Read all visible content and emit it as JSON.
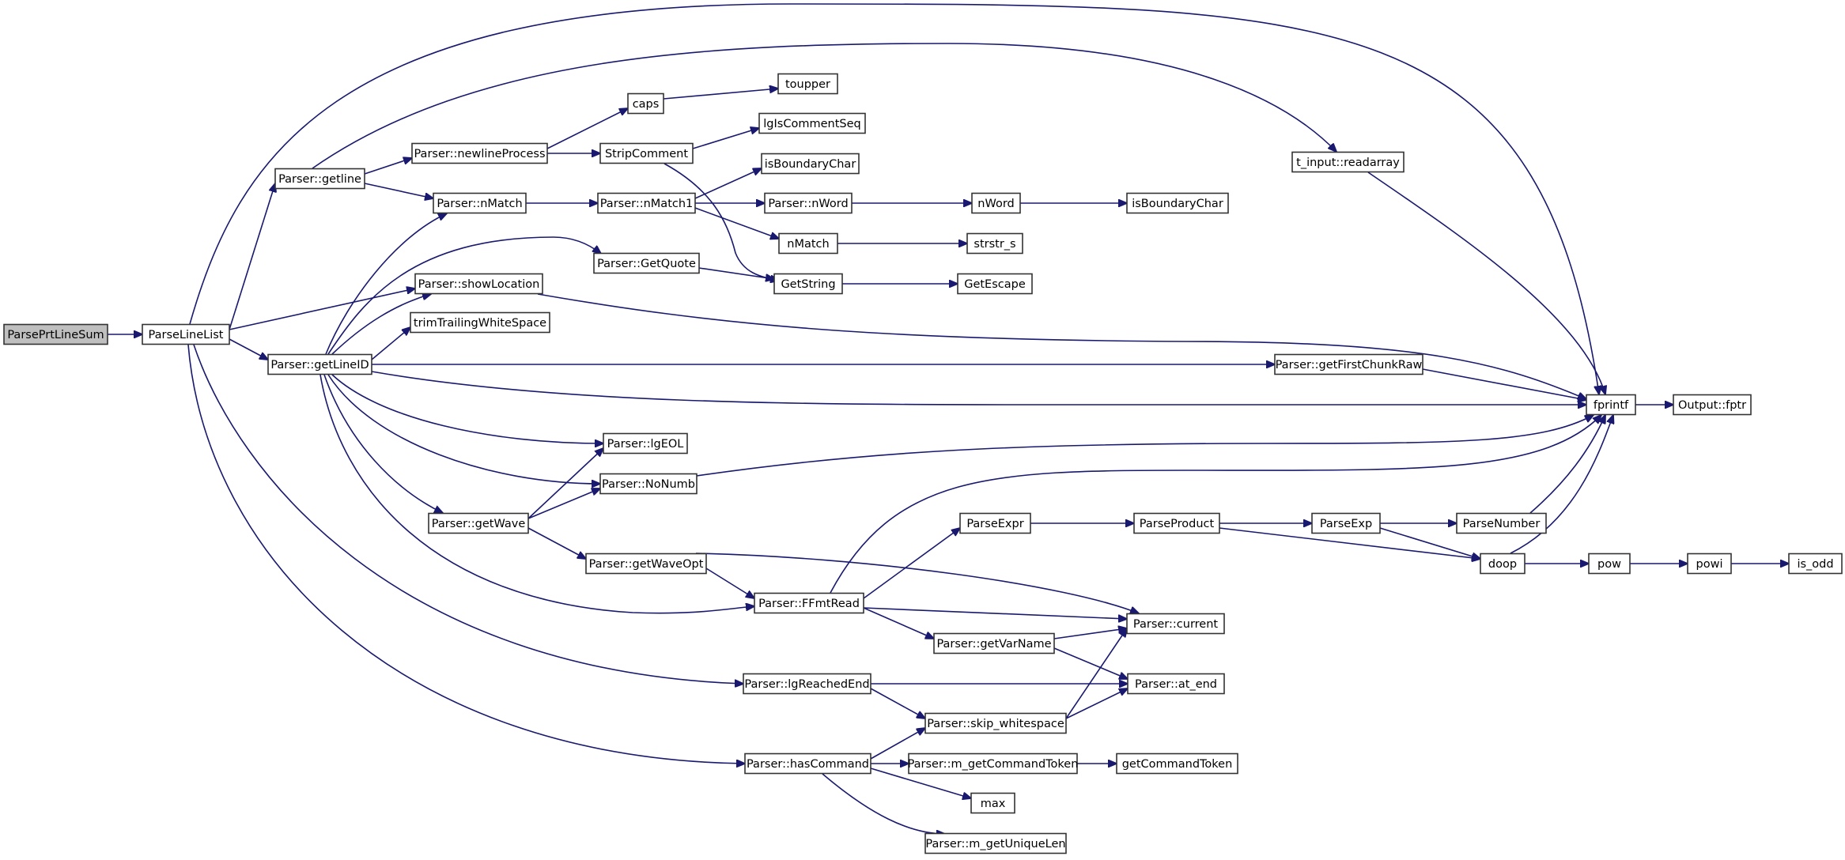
{
  "diagram": {
    "type": "call-graph",
    "root": "ParsePrtLineSum",
    "colors": {
      "edge": "#191970",
      "node_border": "#333333",
      "root_fill": "#bfbfbf",
      "node_fill": "#ffffff"
    },
    "nodes": [
      {
        "id": "ParsePrtLineSum",
        "label": "ParsePrtLineSum",
        "root": true
      },
      {
        "id": "ParseLineList",
        "label": "ParseLineList"
      },
      {
        "id": "getline",
        "label": "Parser::getline"
      },
      {
        "id": "getLineID",
        "label": "Parser::getLineID"
      },
      {
        "id": "newlineProcess",
        "label": "Parser::newlineProcess"
      },
      {
        "id": "nMatchP",
        "label": "Parser::nMatch"
      },
      {
        "id": "showLocation",
        "label": "Parser::showLocation"
      },
      {
        "id": "trimTrailingWhiteSpace",
        "label": "trimTrailingWhiteSpace"
      },
      {
        "id": "caps",
        "label": "caps"
      },
      {
        "id": "StripComment",
        "label": "StripComment"
      },
      {
        "id": "nMatch1",
        "label": "Parser::nMatch1"
      },
      {
        "id": "GetQuote",
        "label": "Parser::GetQuote"
      },
      {
        "id": "toupper",
        "label": "toupper"
      },
      {
        "id": "lgIsCommentSeq",
        "label": "lgIsCommentSeq"
      },
      {
        "id": "isBoundaryChar1",
        "label": "isBoundaryChar"
      },
      {
        "id": "nWordP",
        "label": "Parser::nWord"
      },
      {
        "id": "nMatch",
        "label": "nMatch"
      },
      {
        "id": "GetString",
        "label": "GetString"
      },
      {
        "id": "nWord",
        "label": "nWord"
      },
      {
        "id": "strstr_s",
        "label": "strstr_s"
      },
      {
        "id": "GetEscape",
        "label": "GetEscape"
      },
      {
        "id": "isBoundaryChar2",
        "label": "isBoundaryChar"
      },
      {
        "id": "readarray",
        "label": "t_input::readarray"
      },
      {
        "id": "getFirstChunkRaw",
        "label": "Parser::getFirstChunkRaw"
      },
      {
        "id": "fprintf",
        "label": "fprintf"
      },
      {
        "id": "fptr",
        "label": "Output::fptr"
      },
      {
        "id": "lgEOL",
        "label": "Parser::lgEOL"
      },
      {
        "id": "NoNumb",
        "label": "Parser::NoNumb"
      },
      {
        "id": "getWave",
        "label": "Parser::getWave"
      },
      {
        "id": "getWaveOpt",
        "label": "Parser::getWaveOpt"
      },
      {
        "id": "FFmtRead",
        "label": "Parser::FFmtRead"
      },
      {
        "id": "ParseExpr",
        "label": "ParseExpr"
      },
      {
        "id": "ParseProduct",
        "label": "ParseProduct"
      },
      {
        "id": "ParseExp",
        "label": "ParseExp"
      },
      {
        "id": "ParseNumber",
        "label": "ParseNumber"
      },
      {
        "id": "doop",
        "label": "doop"
      },
      {
        "id": "pow",
        "label": "pow"
      },
      {
        "id": "powi",
        "label": "powi"
      },
      {
        "id": "is_odd",
        "label": "is_odd"
      },
      {
        "id": "current",
        "label": "Parser::current"
      },
      {
        "id": "getVarName",
        "label": "Parser::getVarName"
      },
      {
        "id": "lgReachedEnd",
        "label": "Parser::lgReachedEnd"
      },
      {
        "id": "at_end",
        "label": "Parser::at_end"
      },
      {
        "id": "skip_whitespace",
        "label": "Parser::skip_whitespace"
      },
      {
        "id": "hasCommand",
        "label": "Parser::hasCommand"
      },
      {
        "id": "m_getCommandToken",
        "label": "Parser::m_getCommandToken"
      },
      {
        "id": "getCommandToken",
        "label": "getCommandToken"
      },
      {
        "id": "max",
        "label": "max"
      },
      {
        "id": "m_getUniqueLen",
        "label": "Parser::m_getUniqueLen"
      }
    ],
    "edges": [
      [
        "ParsePrtLineSum",
        "ParseLineList"
      ],
      [
        "ParseLineList",
        "getline"
      ],
      [
        "ParseLineList",
        "getLineID"
      ],
      [
        "ParseLineList",
        "showLocation"
      ],
      [
        "ParseLineList",
        "fprintf"
      ],
      [
        "ParseLineList",
        "lgReachedEnd"
      ],
      [
        "ParseLineList",
        "hasCommand"
      ],
      [
        "getline",
        "newlineProcess"
      ],
      [
        "getline",
        "nMatchP"
      ],
      [
        "getline",
        "readarray"
      ],
      [
        "newlineProcess",
        "caps"
      ],
      [
        "newlineProcess",
        "StripComment"
      ],
      [
        "caps",
        "toupper"
      ],
      [
        "StripComment",
        "lgIsCommentSeq"
      ],
      [
        "StripComment",
        "GetString"
      ],
      [
        "nMatchP",
        "nMatch1"
      ],
      [
        "nMatch1",
        "isBoundaryChar1"
      ],
      [
        "nMatch1",
        "nWordP"
      ],
      [
        "nMatch1",
        "nMatch"
      ],
      [
        "nWordP",
        "nWord"
      ],
      [
        "nWord",
        "isBoundaryChar2"
      ],
      [
        "nMatch",
        "strstr_s"
      ],
      [
        "GetQuote",
        "GetString"
      ],
      [
        "GetString",
        "GetEscape"
      ],
      [
        "readarray",
        "fprintf"
      ],
      [
        "getLineID",
        "nMatchP"
      ],
      [
        "getLineID",
        "GetQuote"
      ],
      [
        "getLineID",
        "showLocation"
      ],
      [
        "getLineID",
        "trimTrailingWhiteSpace"
      ],
      [
        "getLineID",
        "getFirstChunkRaw"
      ],
      [
        "getLineID",
        "fprintf"
      ],
      [
        "getLineID",
        "lgEOL"
      ],
      [
        "getLineID",
        "NoNumb"
      ],
      [
        "getLineID",
        "getWave"
      ],
      [
        "getLineID",
        "FFmtRead"
      ],
      [
        "showLocation",
        "fprintf"
      ],
      [
        "getFirstChunkRaw",
        "fprintf"
      ],
      [
        "fprintf",
        "fptr"
      ],
      [
        "NoNumb",
        "fprintf"
      ],
      [
        "getWave",
        "lgEOL"
      ],
      [
        "getWave",
        "NoNumb"
      ],
      [
        "getWave",
        "getWaveOpt"
      ],
      [
        "getWaveOpt",
        "FFmtRead"
      ],
      [
        "getWaveOpt",
        "current"
      ],
      [
        "FFmtRead",
        "fprintf"
      ],
      [
        "FFmtRead",
        "ParseExpr"
      ],
      [
        "FFmtRead",
        "current"
      ],
      [
        "FFmtRead",
        "getVarName"
      ],
      [
        "ParseExpr",
        "ParseProduct"
      ],
      [
        "ParseProduct",
        "ParseExp"
      ],
      [
        "ParseProduct",
        "doop"
      ],
      [
        "ParseExp",
        "ParseNumber"
      ],
      [
        "ParseExp",
        "doop"
      ],
      [
        "ParseNumber",
        "fprintf"
      ],
      [
        "doop",
        "fprintf"
      ],
      [
        "doop",
        "pow"
      ],
      [
        "pow",
        "powi"
      ],
      [
        "powi",
        "is_odd"
      ],
      [
        "getVarName",
        "current"
      ],
      [
        "getVarName",
        "at_end"
      ],
      [
        "lgReachedEnd",
        "at_end"
      ],
      [
        "lgReachedEnd",
        "skip_whitespace"
      ],
      [
        "skip_whitespace",
        "current"
      ],
      [
        "skip_whitespace",
        "at_end"
      ],
      [
        "hasCommand",
        "skip_whitespace"
      ],
      [
        "hasCommand",
        "m_getCommandToken"
      ],
      [
        "hasCommand",
        "max"
      ],
      [
        "hasCommand",
        "m_getUniqueLen"
      ],
      [
        "m_getCommandToken",
        "getCommandToken"
      ]
    ]
  }
}
